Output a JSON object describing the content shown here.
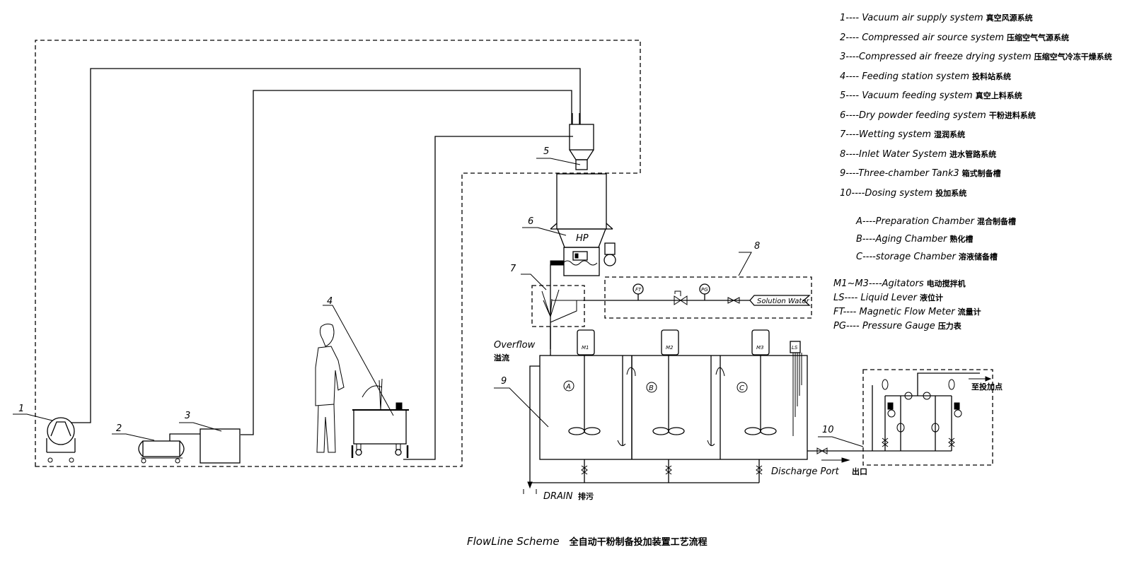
{
  "title": {
    "en": "FlowLine Scheme",
    "cn": "全自动干粉制备投加装置工艺流程"
  },
  "legend": {
    "systems": [
      {
        "key": "1----",
        "en": "Vacuum air supply system",
        "cn": "真空风源系统"
      },
      {
        "key": "2----",
        "en": "Compressed air source system",
        "cn": "压缩空气气源系统"
      },
      {
        "key": "3----",
        "en": "Compressed air freeze drying system",
        "cn": "压缩空气冷冻干燥系统"
      },
      {
        "key": "4----",
        "en": "Feeding station system",
        "cn": "投料站系统"
      },
      {
        "key": "5----",
        "en": "Vacuum feeding system",
        "cn": "真空上料系统"
      },
      {
        "key": "6----",
        "en": "Dry powder feeding system",
        "cn": "干粉进料系统"
      },
      {
        "key": "7----",
        "en": "Wetting system",
        "cn": "湿润系统"
      },
      {
        "key": "8----",
        "en": "Inlet Water System",
        "cn": "进水管路系统"
      },
      {
        "key": "9----",
        "en": "Three-chamber Tank3",
        "cn": "箱式制备槽"
      },
      {
        "key": "10----",
        "en": "Dosing system",
        "cn": "投加系统"
      }
    ],
    "chambers": [
      {
        "key": "A----",
        "en": "Preparation Chamber",
        "cn": "混合制备槽"
      },
      {
        "key": "B----",
        "en": "Aging Chamber",
        "cn": "熟化槽"
      },
      {
        "key": "C----",
        "en": "storage Chamber",
        "cn": "溶液储备槽"
      }
    ],
    "instruments": [
      {
        "key": "M1~M3----",
        "en": "Agitators",
        "cn": "电动搅拌机"
      },
      {
        "key": "LS----",
        "en": "Liquid Lever",
        "cn": "液位计"
      },
      {
        "key": "FT----",
        "en": "Magnetic Flow Meter",
        "cn": "流量计"
      },
      {
        "key": "PG----",
        "en": "Pressure Gauge",
        "cn": "压力表"
      }
    ]
  },
  "callouts": {
    "n1": "1",
    "n2": "2",
    "n3": "3",
    "n4": "4",
    "n5": "5",
    "n6": "6",
    "n7": "7",
    "n8": "8",
    "n9": "9",
    "n10": "10"
  },
  "labels": {
    "hopper": "HP",
    "ft": "FT",
    "pg": "PG",
    "solution_water": "Solution Water",
    "overflow_en": "Overflow",
    "overflow_cn": "溢流",
    "chamber_a": "A",
    "chamber_b": "B",
    "chamber_c": "C",
    "m1": "M1",
    "m2": "M2",
    "m3": "M3",
    "ls": "LS",
    "drain_en": "DRAIN",
    "drain_cn": "排污",
    "discharge_en": "Discharge Port",
    "discharge_cn": "出口",
    "to_dosing_point": "至投加点"
  }
}
